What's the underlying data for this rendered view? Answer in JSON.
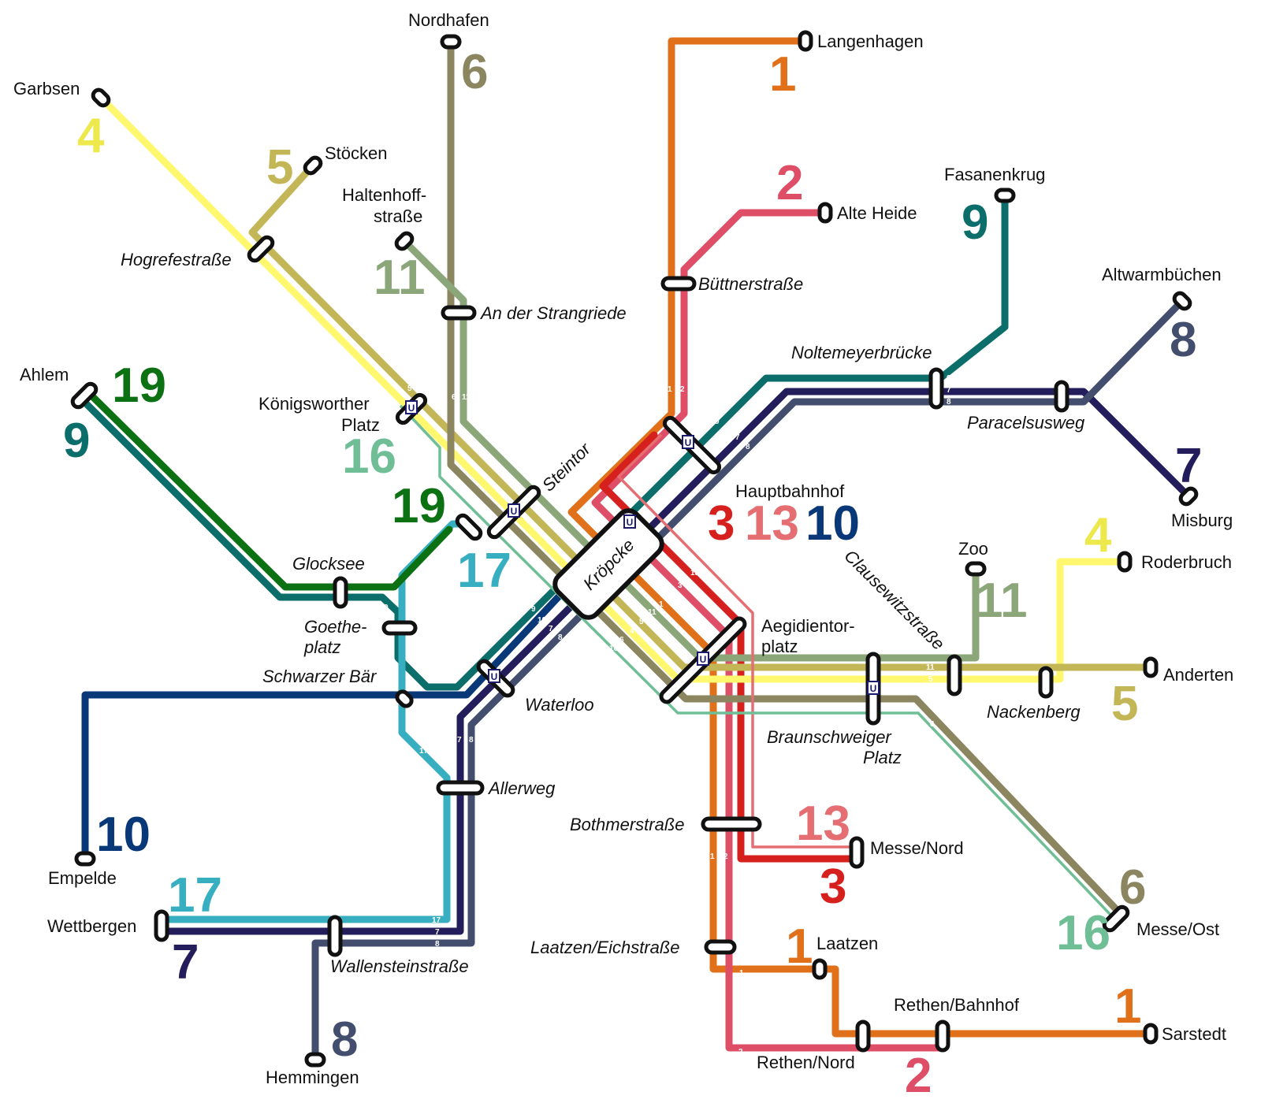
{
  "colors": {
    "l1": "#E07019",
    "l2": "#DE4E66",
    "l3": "#D6201E",
    "l4": "#FFF86E",
    "l4text": "#EDE84B",
    "l5": "#C2B656",
    "l6": "#8B8660",
    "l7": "#241D5C",
    "l8": "#434E6E",
    "l9": "#0B6E6B",
    "l10": "#083878",
    "l11": "#8BA77A",
    "l13": "#E56E72",
    "l16": "#6FBE96",
    "l17": "#38AFC0",
    "l19": "#0B7112"
  },
  "stations": {
    "garbsen": "Garbsen",
    "stoecken": "Stöcken",
    "nordhafen": "Nordhafen",
    "langenhagen": "Langenhagen",
    "alte_heide": "Alte Heide",
    "fasanenkrug": "Fasanenkrug",
    "altwarmbuechen": "Altwarmbüchen",
    "misburg": "Misburg",
    "roderbruch": "Roderbruch",
    "zoo": "Zoo",
    "anderten": "Anderten",
    "messe_nord": "Messe/Nord",
    "messe_ost": "Messe/Ost",
    "laatzen": "Laatzen",
    "rethen_bahnhof": "Rethen/Bahnhof",
    "sarstedt": "Sarstedt",
    "rethen_nord": "Rethen/Nord",
    "hemmingen": "Hemmingen",
    "wettbergen": "Wettbergen",
    "empelde": "Empelde",
    "ahlem": "Ahlem",
    "haltenhoff_1": "Haltenhoff-",
    "haltenhoff_2": "straße",
    "koenigsworther_1": "Königsworther",
    "koenigsworther_2": "Platz",
    "hauptbahnhof": "Hauptbahnhof",
    "aegidientor_1": "Aegidientor-",
    "aegidientor_2": "platz",
    "hogrefestrasse": "Hogrefestraße",
    "an_der_strangriede": "An der Strangriede",
    "buettnerstrasse": "Büttnerstraße",
    "noltemeyerbruecke": "Noltemeyerbrücke",
    "paracelsusweg": "Paracelsusweg",
    "steintor": "Steintor",
    "kroepcke": "Kröpcke",
    "glocksee": "Glocksee",
    "goethe_1": "Goethe-",
    "goethe_2": "platz",
    "schwarzer_baer": "Schwarzer Bär",
    "waterloo": "Waterloo",
    "allerweg": "Allerweg",
    "clausewitzstrasse": "Clausewitzstraße",
    "nackenberg": "Nackenberg",
    "braunschweiger_1": "Braunschweiger",
    "braunschweiger_2": "Platz",
    "bothmerstrasse": "Bothmerstraße",
    "laatzen_eichstrasse": "Laatzen/Eichstraße",
    "wallensteinstrasse": "Wallensteinstraße"
  },
  "line_numbers": {
    "n1": "1",
    "n2": "2",
    "n3": "3",
    "n4": "4",
    "n5": "5",
    "n6": "6",
    "n7": "7",
    "n8": "8",
    "n9": "9",
    "n10": "10",
    "n11": "11",
    "n13": "13",
    "n16": "16",
    "n17": "17",
    "n19": "19"
  },
  "u_symbol": "U"
}
